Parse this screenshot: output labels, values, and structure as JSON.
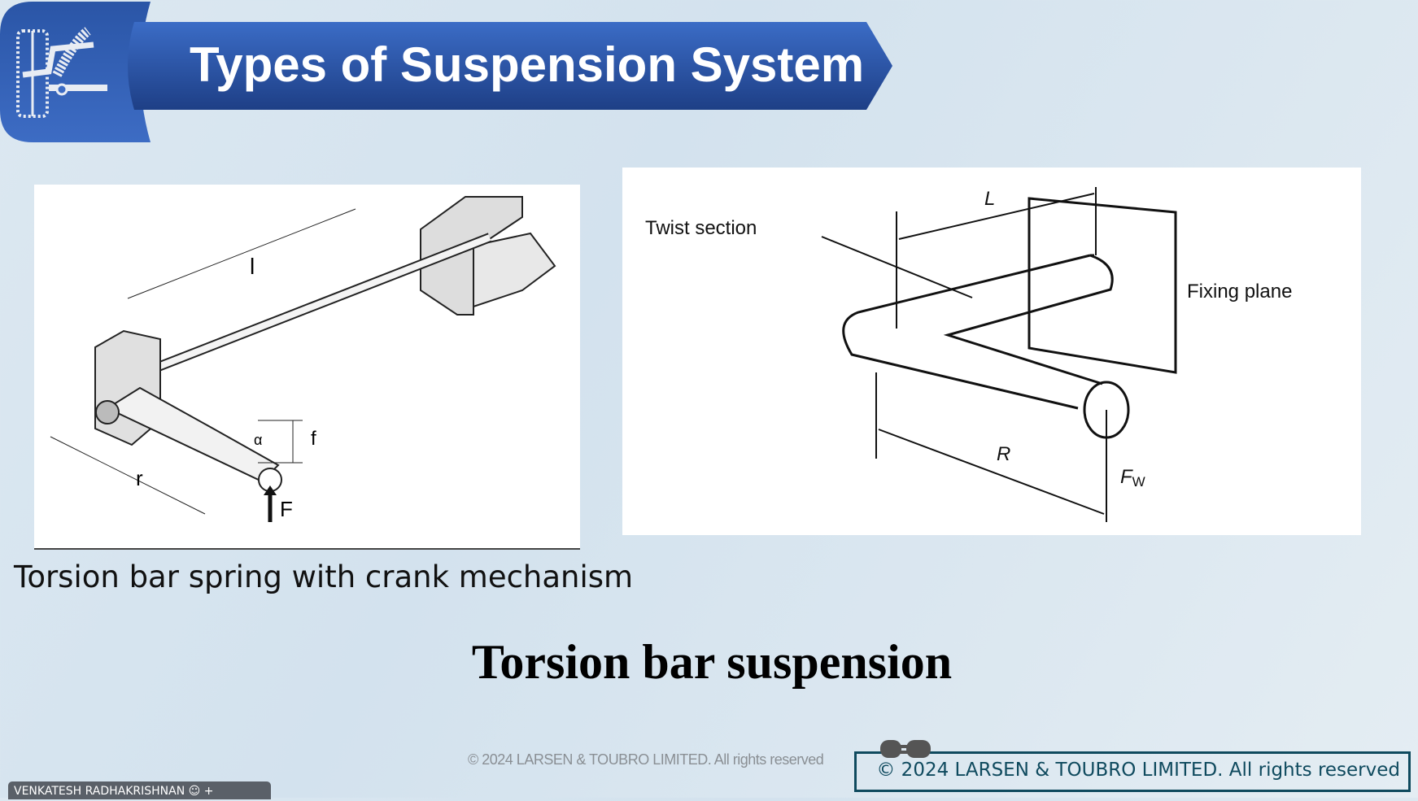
{
  "header": {
    "title": "Types of Suspension System",
    "logo_icon": "suspension-icon"
  },
  "left_figure": {
    "labels": {
      "length": "l",
      "radius": "r",
      "deflection": "f",
      "angle": "α",
      "force": "F"
    },
    "caption": "Torsion bar spring with crank mechanism"
  },
  "right_figure": {
    "labels": {
      "twist": "Twist section",
      "length": "L",
      "fixing": "Fixing plane",
      "radius": "R",
      "force": "F",
      "force_sub": "W"
    }
  },
  "heading": "Torsion bar suspension",
  "footer": {
    "watermark": "© 2024 LARSEN & TOUBRO LIMITED. All rights reserved",
    "boxed": "© 2024 LARSEN & TOUBRO LIMITED. All rights reserved"
  },
  "presenter": {
    "name": "VENKATESH RADHAKRISHNAN"
  }
}
